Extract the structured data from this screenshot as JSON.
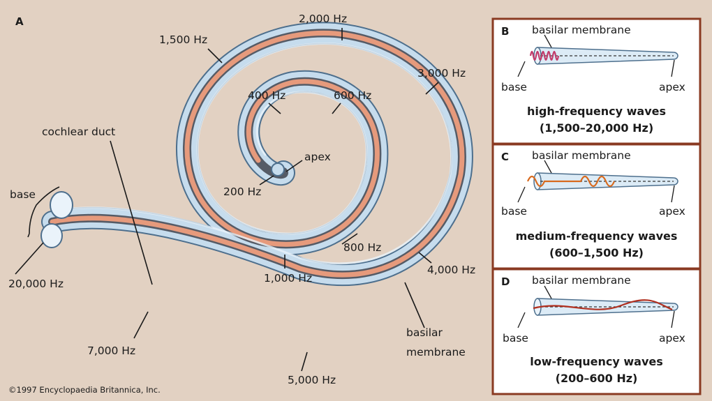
{
  "panel_a": {
    "letter": "A",
    "labels": {
      "hz_2000": "2,000 Hz",
      "hz_1500": "1,500 Hz",
      "hz_3000": "3,000 Hz",
      "hz_400": "400 Hz",
      "hz_600": "600 Hz",
      "apex": "apex",
      "hz_200": "200 Hz",
      "cochlear_duct": "cochlear duct",
      "base": "base",
      "hz_800": "800 Hz",
      "hz_1000": "1,000 Hz",
      "hz_4000": "4,000 Hz",
      "hz_20000": "20,000 Hz",
      "hz_7000": "7,000 Hz",
      "basilar_membrane_line1": "basilar",
      "basilar_membrane_line2": "membrane",
      "hz_5000": "5,000 Hz"
    },
    "copyright": "©1997 Encyclopaedia Britannica, Inc."
  },
  "panels": [
    {
      "letter": "B",
      "membrane_label": "basilar membrane",
      "base_label": "base",
      "apex_label": "apex",
      "caption_line1": "high-frequency waves",
      "caption_line2": "(1,500–20,000 Hz)",
      "wave_color": "#c23a6a"
    },
    {
      "letter": "C",
      "membrane_label": "basilar membrane",
      "base_label": "base",
      "apex_label": "apex",
      "caption_line1": "medium-frequency waves",
      "caption_line2": "(600–1,500 Hz)",
      "wave_color": "#d86a1e"
    },
    {
      "letter": "D",
      "membrane_label": "basilar membrane",
      "base_label": "base",
      "apex_label": "apex",
      "caption_line1": "low-frequency waves",
      "caption_line2": "(200–600 Hz)",
      "wave_color": "#b03020"
    }
  ],
  "colors": {
    "background": "#e2d1c2",
    "panel_border": "#8a3a22",
    "tube_fill": "#c6dced",
    "tube_outline": "#4d6f8d",
    "duct_color": "#e69a7c",
    "membrane_dark": "#555b66"
  }
}
